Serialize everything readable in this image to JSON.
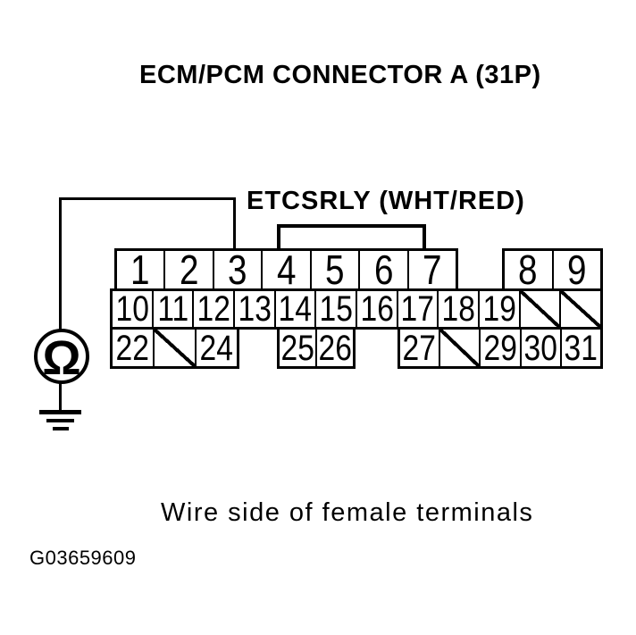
{
  "title": "ECM/PCM CONNECTOR A (31P)",
  "wire_label": "ETCSRLY (WHT/RED)",
  "caption": "Wire side of female terminals",
  "figure_id": "G03659609",
  "meter": {
    "type": "ohmmeter",
    "symbol": "Ω"
  },
  "colors": {
    "ink": "#000000",
    "paper": "#ffffff"
  },
  "connector": {
    "rows": [
      {
        "groups": [
          {
            "cells": [
              "1",
              "2",
              "3",
              "4",
              "5",
              "6",
              "7"
            ]
          },
          {
            "cells": [
              "8",
              "9"
            ]
          }
        ]
      },
      {
        "groups": [
          {
            "cells": [
              "10",
              "11",
              "12",
              "13",
              "14",
              "15",
              "16",
              "17",
              "18",
              "19",
              "/",
              "/"
            ]
          }
        ]
      },
      {
        "groups": [
          {
            "cells": [
              "22",
              "/",
              "24"
            ]
          },
          {
            "cells": [
              "25",
              "26"
            ]
          },
          {
            "cells": [
              "27",
              "/",
              "29",
              "30",
              "31"
            ]
          }
        ]
      }
    ]
  }
}
